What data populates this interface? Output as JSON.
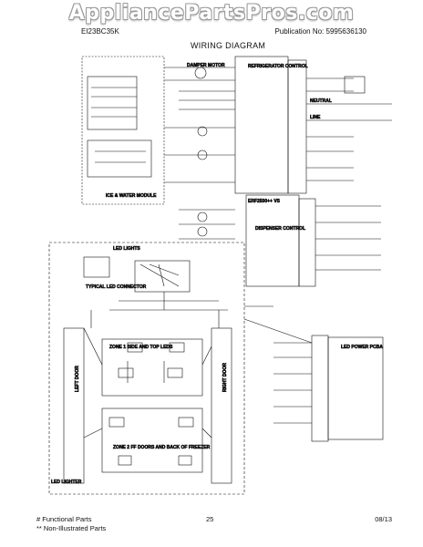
{
  "watermark": "AppliancePartsPros.com",
  "header": {
    "model": "EI23BC35K",
    "publication": "Publication No: 5995636130"
  },
  "title": "WIRING DIAGRAM",
  "components": {
    "refrigerator_control": "REFRIGERATOR CONTROL",
    "dispenser_control": "DISPENSER CONTROL",
    "erf": "ERF2500++ VS",
    "led_power_pcba": "LED POWER PCBA",
    "damper_motor": "DAMPER MOTOR",
    "line": "LINE",
    "neutral": "NEUTRAL",
    "ice_water_module": "ICE & WATER MODULE",
    "led_lights": "LED LIGHTS",
    "left_door": "LEFT DOOR",
    "right_door": "RIGHT DOOR",
    "led_lighter": "LED LIGHTER",
    "zone1": "ZONE 1 SIDE AND TOP LEDS",
    "zone2": "ZONE 2 FF DOORS AND BACK OF FREEZER",
    "typical_led_connector": "TYPICAL LED CONNECTOR"
  },
  "footer": {
    "functional": "# Functional Parts",
    "non_illustrated": "** Non-Illustrated Parts",
    "page": "25",
    "date": "08/13"
  }
}
